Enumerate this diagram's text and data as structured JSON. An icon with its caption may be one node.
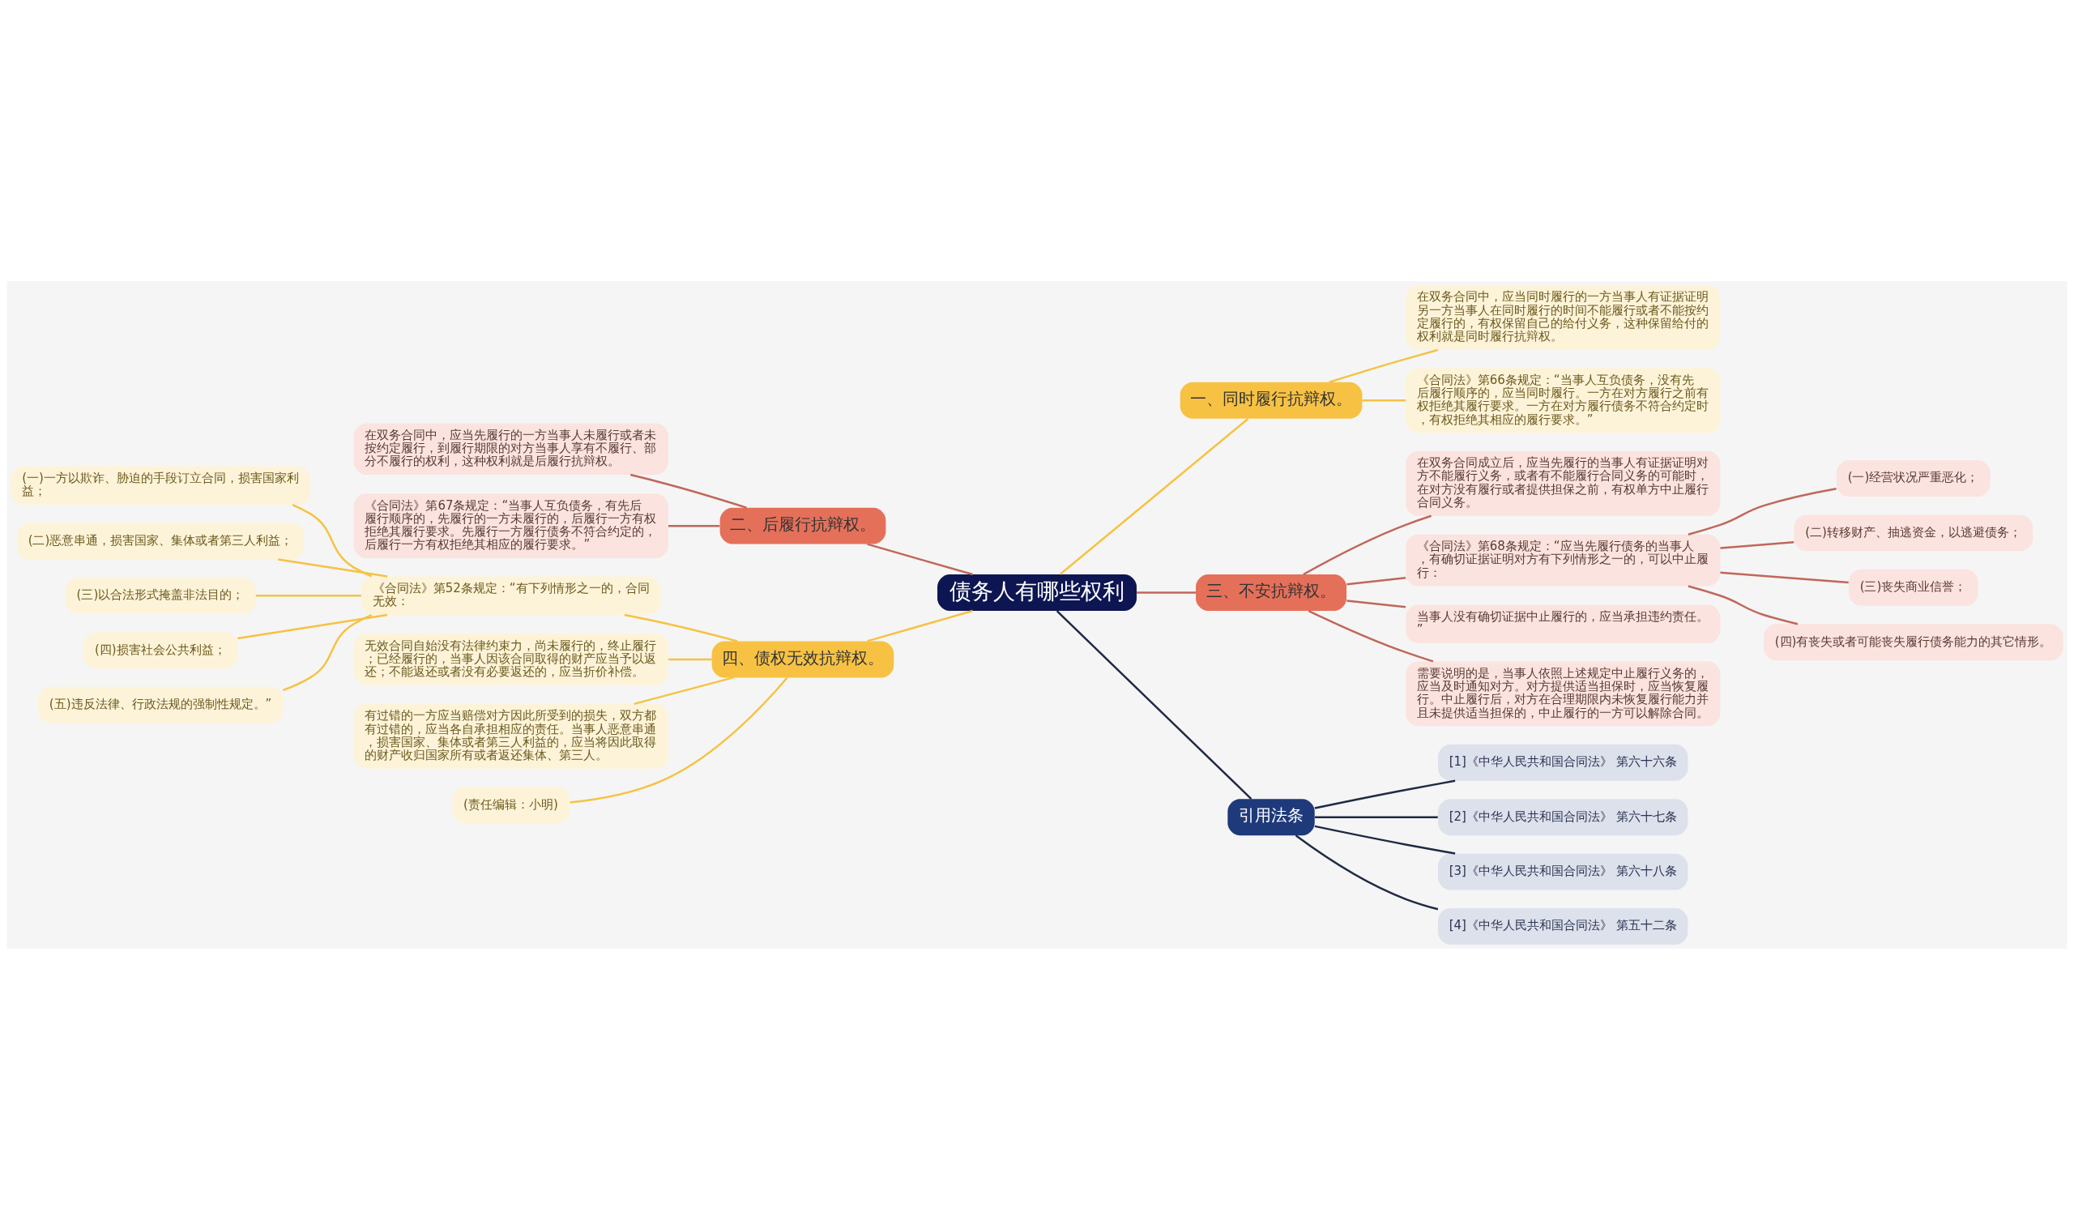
{
  "diagram": {
    "nodes": [
      {
        "text": [
          "债务人有哪些权利"
        ]
      },
      {
        "text": [
          "一、同时履行抗辩权。"
        ]
      },
      {
        "text": [
          "在双务合同中，应当同时履行的一方当事人有证据证明另一方当事人在同时履行的时间不能履行或者不能按约定履行的，有权保留自己的给付义务，这种保留给付的权利就是同时履行抗辩权。"
        ]
      },
      {
        "text": [
          "《合同法》第66条规定：“当事人互负债务，没有先后履行顺序的，应当同时履行。一方在对方履行之前有权拒绝其履行要求。一方在对方履行债务不符合约定时，有权拒绝其相应的履行要求。”"
        ]
      },
      {
        "text": [
          "二、后履行抗辩权。"
        ]
      },
      {
        "text": [
          "在双务合同中，应当先履行的一方当事人未履行或者未按约定履行，到履行期限的对方当事人享有不履行、部分不履行的权利，这种权利就是后履行抗辩权。"
        ]
      },
      {
        "text": [
          "《合同法》第67条规定：“当事人互负债务，有先后履行顺序的，先履行的一方未履行的，后履行一方有权拒绝其履行要求。先履行一方履行债务不符合约定的，后履行一方有权拒绝其相应的履行要求。”"
        ]
      },
      {
        "text": [
          "三、不安抗辩权。"
        ]
      },
      {
        "text": [
          "在双务合同成立后，应当先履行的当事人有证据证明对方不能履行义务，或者有不能履行合同义务的可能时，在对方没有履行或者提供担保之前，有权单方中止履行合同义务。"
        ]
      },
      {
        "text": [
          "《合同法》第68条规定：“应当先履行债务的当事人，有确切证据证明对方有下列情形之一的，可以中止履行："
        ]
      },
      {
        "text": [
          "(一)经营状况严重恶化；"
        ]
      },
      {
        "text": [
          "(二)转移财产、抽逃资金，以逃避债务；"
        ]
      },
      {
        "text": [
          "(三)丧失商业信誉；"
        ]
      },
      {
        "text": [
          "(四)有丧失或者可能丧失履行债务能力的其它情形。"
        ]
      },
      {
        "text": [
          "当事人没有确切证据中止履行的，应当承担违约责任。”"
        ]
      },
      {
        "text": [
          "需要说明的是，当事人依照上述规定中止履行义务的，应当及时通知对方。对方提供适当担保时，应当恢复履行。中止履行后，对方在合理期限内未恢复履行能力并且未提供适当担保的，中止履行的一方可以解除合同。"
        ]
      },
      {
        "text": [
          "四、债权无效抗辩权。"
        ]
      },
      {
        "text": [
          "《合同法》第52条规定：“有下列情形之一的，合同无效："
        ]
      },
      {
        "text": [
          "(一)一方以欺诈、胁迫的手段订立合同，损害国家利益；"
        ]
      },
      {
        "text": [
          "(二)恶意串通，损害国家、集体或者第三人利益；"
        ]
      },
      {
        "text": [
          "(三)以合法形式掩盖非法目的；"
        ]
      },
      {
        "text": [
          "(四)损害社会公共利益；"
        ]
      },
      {
        "text": [
          "(五)违反法律、行政法规的强制性规定。”"
        ]
      },
      {
        "text": [
          "无效合同自始没有法律约束力，尚未履行的，终止履行；已经履行的，当事人因该合同取得的财产应当予以返还；不能返还或者没有必要返还的，应当折价补偿。"
        ]
      },
      {
        "text": [
          "有过错的一方应当赔偿对方因此所受到的损失，双方都有过错的，应当各自承担相应的责任。当事人恶意串通，损害国家、集体或者第三人利益的，应当将因此取得的财产收归国家所有或者返还集体、第三人。"
        ]
      },
      {
        "text": [
          "(责任编辑：小明)"
        ]
      },
      {
        "text": [
          "引用法条"
        ]
      },
      {
        "text": [
          "[1]《中华人民共和国合同法》 第六十六条"
        ]
      },
      {
        "text": [
          "[2]《中华人民共和国合同法》 第六十七条"
        ]
      },
      {
        "text": [
          "[3]《中华人民共和国合同法》 第六十八条"
        ]
      },
      {
        "text": [
          "[4]《中华人民共和国合同法》 第五十二条"
        ]
      }
    ],
    "edges": [
      {
        "from": 0,
        "to": 1,
        "arrow": "none",
        "color": "#f5c342"
      },
      {
        "from": 1,
        "to": 2,
        "arrow": "none",
        "color": "#f5c342"
      },
      {
        "from": 1,
        "to": 3,
        "arrow": "none",
        "color": "#f5c342"
      },
      {
        "from": 0,
        "to": 4,
        "arrow": "none",
        "color": "#c0675a"
      },
      {
        "from": 4,
        "to": 5,
        "arrow": "none",
        "color": "#c0675a"
      },
      {
        "from": 4,
        "to": 6,
        "arrow": "none",
        "color": "#c0675a"
      },
      {
        "from": 0,
        "to": 7,
        "arrow": "none",
        "color": "#c0675a"
      },
      {
        "from": 7,
        "to": 8,
        "arrow": "none",
        "color": "#c0675a"
      },
      {
        "from": 7,
        "to": 9,
        "arrow": "none",
        "color": "#c0675a"
      },
      {
        "from": 9,
        "to": 10,
        "arrow": "none",
        "color": "#c0675a"
      },
      {
        "from": 9,
        "to": 11,
        "arrow": "none",
        "color": "#c0675a"
      },
      {
        "from": 9,
        "to": 12,
        "arrow": "none",
        "color": "#c0675a"
      },
      {
        "from": 9,
        "to": 13,
        "arrow": "none",
        "color": "#c0675a"
      },
      {
        "from": 7,
        "to": 14,
        "arrow": "none",
        "color": "#c0675a"
      },
      {
        "from": 7,
        "to": 15,
        "arrow": "none",
        "color": "#c0675a"
      },
      {
        "from": 0,
        "to": 16,
        "arrow": "none",
        "color": "#f5c342"
      },
      {
        "from": 16,
        "to": 17,
        "arrow": "none",
        "color": "#f5c342"
      },
      {
        "from": 17,
        "to": 18,
        "arrow": "none",
        "color": "#f5c342"
      },
      {
        "from": 17,
        "to": 19,
        "arrow": "none",
        "color": "#f5c342"
      },
      {
        "from": 17,
        "to": 20,
        "arrow": "none",
        "color": "#f5c342"
      },
      {
        "from": 17,
        "to": 21,
        "arrow": "none",
        "color": "#f5c342"
      },
      {
        "from": 17,
        "to": 22,
        "arrow": "none",
        "color": "#f5c342"
      },
      {
        "from": 16,
        "to": 23,
        "arrow": "none",
        "color": "#f5c342"
      },
      {
        "from": 16,
        "to": 24,
        "arrow": "none",
        "color": "#f5c342"
      },
      {
        "from": 16,
        "to": 25,
        "arrow": "none",
        "color": "#f5c342"
      },
      {
        "from": 0,
        "to": 26,
        "arrow": "none",
        "color": "#1f2a44"
      },
      {
        "from": 26,
        "to": 27,
        "arrow": "none",
        "color": "#1f2a44"
      },
      {
        "from": 26,
        "to": 28,
        "arrow": "none",
        "color": "#1f2a44"
      },
      {
        "from": 26,
        "to": 29,
        "arrow": "none",
        "color": "#1f2a44"
      },
      {
        "from": 26,
        "to": 30,
        "arrow": "none",
        "color": "#1f2a44"
      }
    ]
  }
}
